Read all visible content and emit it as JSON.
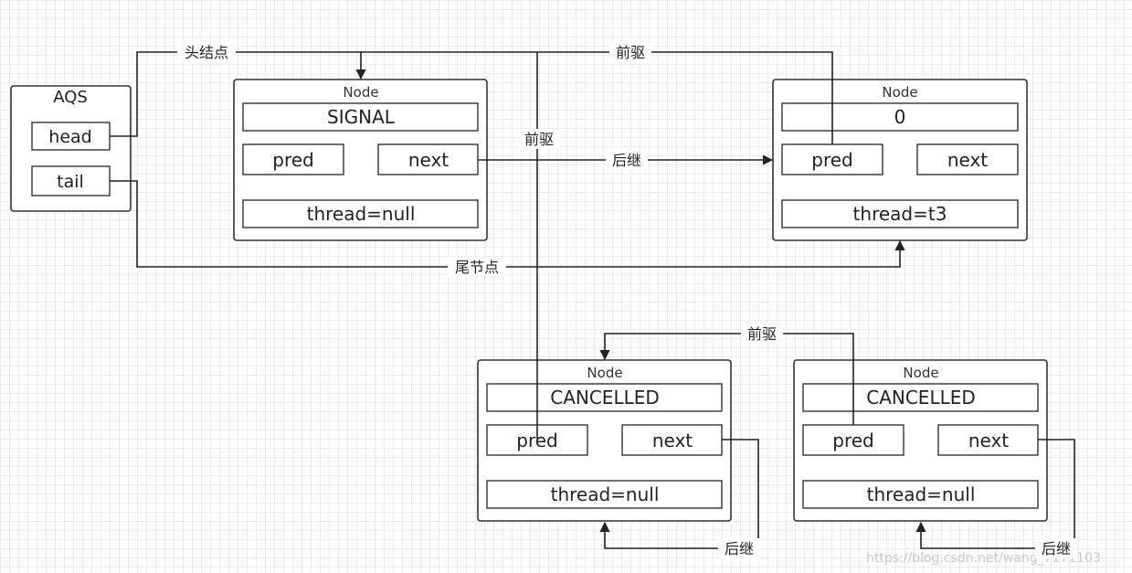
{
  "aqs": {
    "title": "AQS",
    "head": "head",
    "tail": "tail"
  },
  "nodes": [
    {
      "title": "Node",
      "status": "SIGNAL",
      "pred": "pred",
      "next": "next",
      "thread": "thread=null"
    },
    {
      "title": "Node",
      "status": "0",
      "pred": "pred",
      "next": "next",
      "thread": "thread=t3"
    },
    {
      "title": "Node",
      "status": "CANCELLED",
      "pred": "pred",
      "next": "next",
      "thread": "thread=null"
    },
    {
      "title": "Node",
      "status": "CANCELLED",
      "pred": "pred",
      "next": "next",
      "thread": "thread=null"
    }
  ],
  "edges": {
    "head_node": "头结点",
    "tail_node": "尾节点",
    "prev": "前驱",
    "succ": "后继"
  },
  "watermark": "https://blog.csdn.net/wang_7171103"
}
